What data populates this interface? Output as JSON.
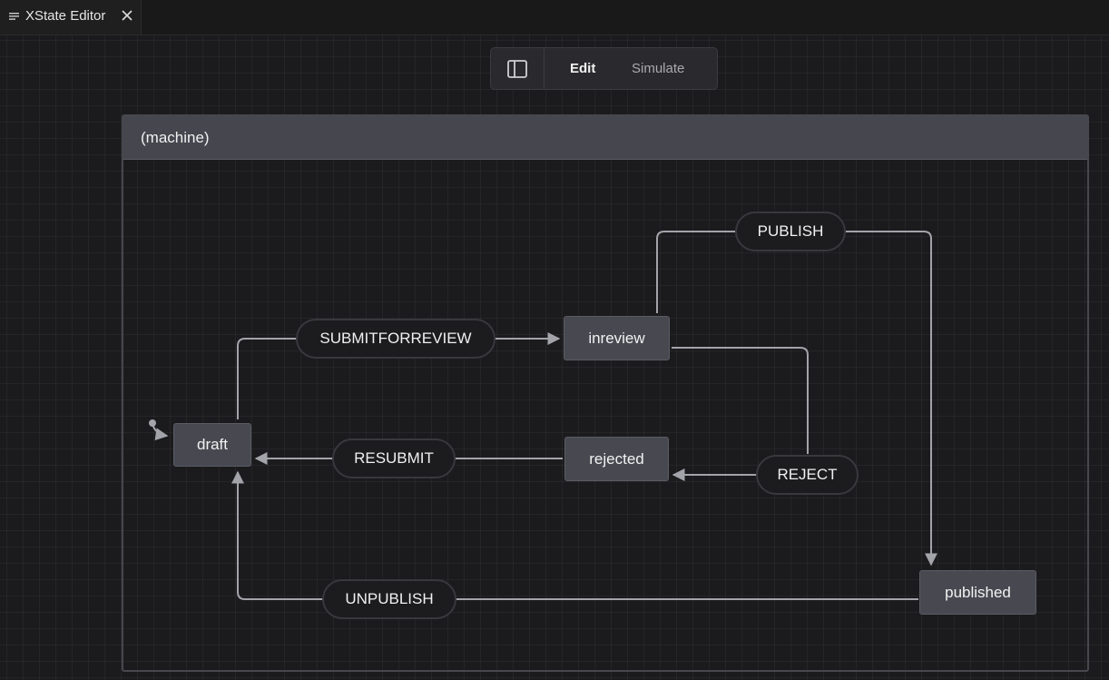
{
  "tab": {
    "title": "XState Editor",
    "icon": "list-icon",
    "close_icon": "close-icon"
  },
  "toolbar": {
    "panel_icon": "sidebar-panel-icon",
    "edit_label": "Edit",
    "simulate_label": "Simulate",
    "active_mode": "Edit"
  },
  "machine": {
    "title": "(machine)",
    "initial_state": "draft",
    "states": {
      "draft": "draft",
      "inreview": "inreview",
      "rejected": "rejected",
      "published": "published"
    },
    "events": {
      "submit": "SUBMITFORREVIEW",
      "publish": "PUBLISH",
      "reject": "REJECT",
      "resubmit": "RESUBMIT",
      "unpublish": "UNPUBLISH"
    },
    "transitions": [
      {
        "from": "draft",
        "event": "SUBMITFORREVIEW",
        "to": "inreview"
      },
      {
        "from": "inreview",
        "event": "PUBLISH",
        "to": "published"
      },
      {
        "from": "inreview",
        "event": "REJECT",
        "to": "rejected"
      },
      {
        "from": "rejected",
        "event": "RESUBMIT",
        "to": "draft"
      },
      {
        "from": "published",
        "event": "UNPUBLISH",
        "to": "draft"
      }
    ]
  },
  "colors": {
    "background": "#1b1b1e",
    "state_fill": "#484851",
    "edge": "#a3a3aa",
    "pill_border": "#38383d"
  }
}
